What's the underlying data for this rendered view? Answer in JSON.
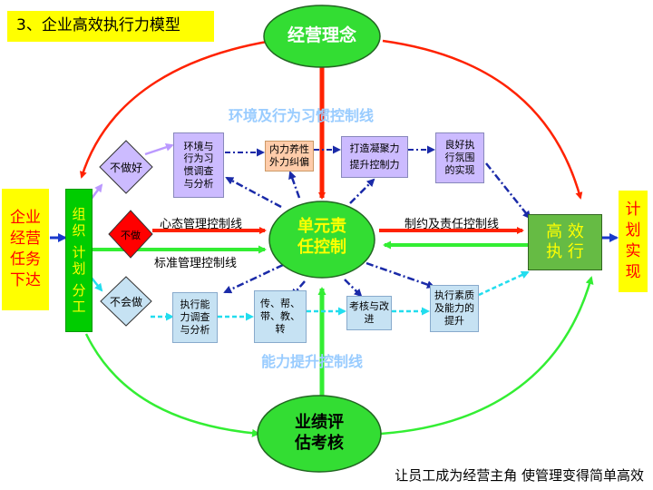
{
  "title": "3、企业高效执行力模型",
  "nodes": {
    "concept": "经营理念",
    "center": [
      "单元责",
      "任控制"
    ],
    "high_exec": [
      "高 效",
      "执 行"
    ],
    "perf_eval": [
      "业绩评",
      "估考核"
    ],
    "left_task": [
      "企业",
      "经营",
      "任务",
      "下达"
    ],
    "right_plan": [
      "计",
      "划",
      "实",
      "现"
    ],
    "org_col": [
      "组",
      "织",
      "",
      "计",
      "划",
      "",
      "分",
      "工"
    ],
    "diamond_bad": "不做好",
    "diamond_no": "不做",
    "diamond_cant": "不会做",
    "env_survey": [
      "环境与",
      "行为习",
      "惯调查",
      "与分析"
    ],
    "inner_force": [
      "内力养性",
      "外力纠偏"
    ],
    "cohesion": [
      "打造凝聚力",
      "提升控制力"
    ],
    "good_atmos": [
      "良好执",
      "行氛围",
      "的实现"
    ],
    "ability_survey": [
      "执行能",
      "力调查",
      "与分析"
    ],
    "teach": [
      "传、帮、",
      "带、教、",
      "转"
    ],
    "assess": [
      "考核与改",
      "进"
    ],
    "quality": [
      "执行素质",
      "及能力的",
      "提升"
    ]
  },
  "labels": {
    "env_line": "环境及行为习惯控制线",
    "ability_line": "能力提升控制线",
    "mindset_line": "心态管理控制线",
    "standard_line": "标准管理控制线",
    "restrict_line": "制约及责任控制线"
  },
  "footer": "让员工成为经营主角  使管理变得简单高效",
  "colors": {
    "title_bg": "#ffff00",
    "ellipse_green": "#33dd33",
    "arrow_red": "#ff2200",
    "arrow_green": "#33ee33",
    "arrow_navy": "#1a2aa8",
    "arrow_cyan": "#22ddee",
    "diamond_red": "#ff0000",
    "box_purple": "#ccbbff",
    "box_light_blue": "#c6e2f3",
    "control_label": "#99ccff"
  }
}
